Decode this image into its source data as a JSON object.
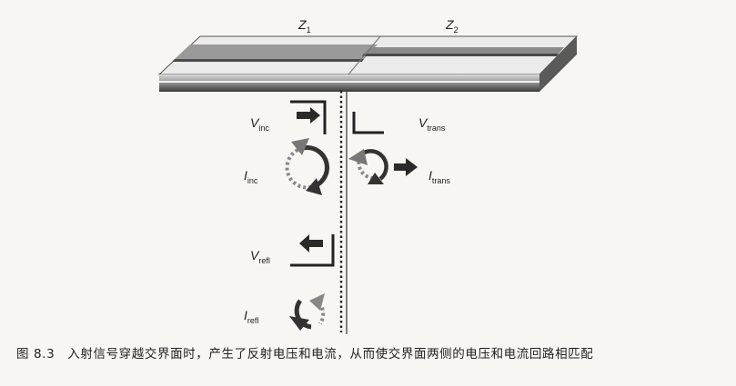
{
  "labels": {
    "z1": "Z",
    "z1_sub": "1",
    "z2": "Z",
    "z2_sub": "2",
    "v_inc": "V",
    "v_inc_sub": "inc",
    "i_inc": "I",
    "i_inc_sub": "inc",
    "v_trans": "V",
    "v_trans_sub": "trans",
    "i_trans": "I",
    "i_trans_sub": "trans",
    "v_refl": "V",
    "v_refl_sub": "refl",
    "i_refl": "I",
    "i_refl_sub": "refl"
  },
  "caption": {
    "number": "图 8.3",
    "text": "入射信号穿越交界面时，产生了反射电压和电流，从而使交界面两侧的电压和电流回路相匹配"
  }
}
